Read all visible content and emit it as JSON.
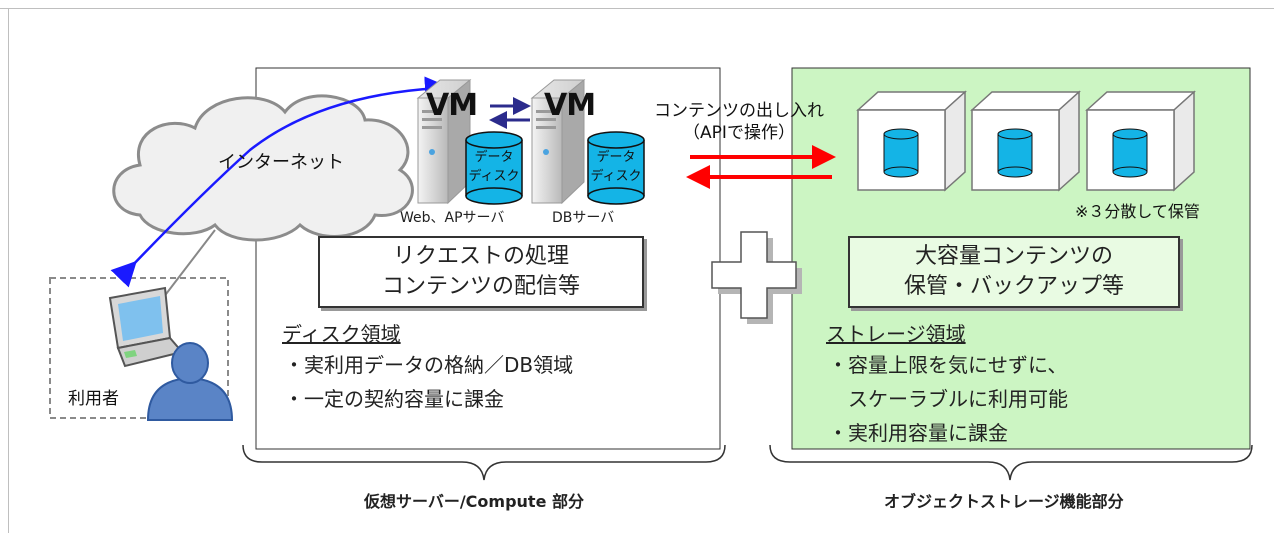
{
  "internet_label": "インターネット",
  "user_label": "利用者",
  "vm_left_label": "VM",
  "vm_right_label": "VM",
  "disk_left": [
    "データ",
    "ディスク"
  ],
  "disk_right": [
    "データ",
    "ディスク"
  ],
  "server_web_label": "Web、APサーバ",
  "server_db_label": "DBサーバ",
  "api_label": [
    "コンテンツの出し入れ",
    "（APIで操作）"
  ],
  "dispersion_note": "※３分散して保管",
  "compute_box": {
    "title_lines": [
      "リクエストの処理",
      "コンテンツの配信等"
    ],
    "section_title": "ディスク領域",
    "bullets": [
      "・実利用データの格納／DB領域",
      "・一定の契約容量に課金"
    ]
  },
  "storage_box": {
    "title_lines": [
      "大容量コンテンツの",
      "保管・バックアップ等"
    ],
    "section_title": "ストレージ領域",
    "bullets": [
      "・容量上限を気にせずに、",
      "　スケーラブルに利用可能",
      "・実利用容量に課金"
    ]
  },
  "caption_left": "仮想サーバー/Compute 部分",
  "caption_right": "オブジェクトストレージ機能部分",
  "colors": {
    "green_panel": "#ccf5c3",
    "disk_cyan": "#14b4e6",
    "arrow_red": "#ff0000",
    "arrow_blue": "#1a1aff",
    "arrow_navy": "#2b2b8c"
  }
}
